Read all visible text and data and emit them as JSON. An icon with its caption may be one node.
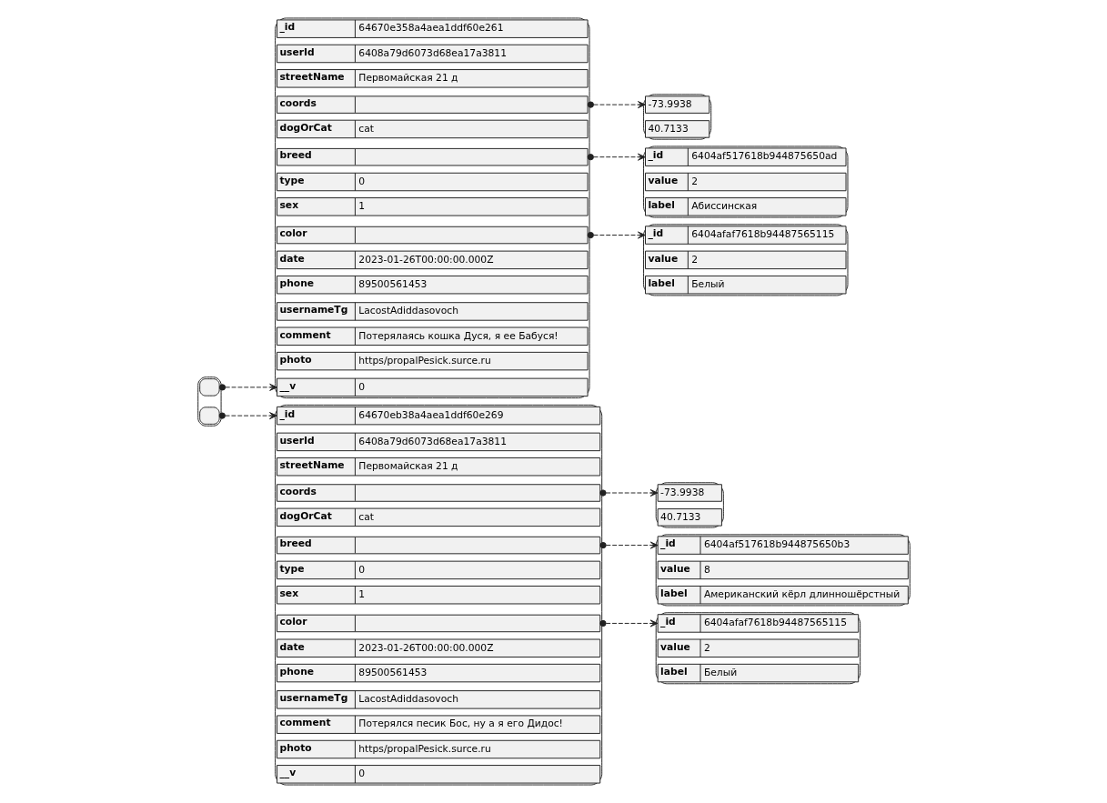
{
  "diagram": {
    "nodes": [
      {
        "text": [],
        "shape": "box"
      },
      {
        "text": [],
        "shape": "box",
        "in": 0
      },
      {
        "text": [],
        "shape": "box",
        "in": 0
      },
      {
        "text": [],
        "shape": "box"
      },
      {
        "text": [
          "_id",
          "64670e358a4aea1ddf60e261"
        ],
        "in": 3
      },
      {
        "text": [
          "userId",
          "6408a79d6073d68ea17a3811"
        ],
        "in": 3
      },
      {
        "text": [
          "streetName",
          "Первомайская 21 д"
        ],
        "in": 3
      },
      {
        "text": [
          "coords"
        ],
        "in": 3
      },
      {
        "text": [
          "dogOrCat",
          "cat"
        ],
        "in": 3
      },
      {
        "text": [
          "breed"
        ],
        "in": 3
      },
      {
        "text": [
          "type",
          "0"
        ],
        "in": 3
      },
      {
        "text": [
          "sex",
          "1"
        ],
        "in": 3
      },
      {
        "text": [
          "color"
        ],
        "in": 3
      },
      {
        "text": [
          "date",
          "2023-01-26T00:00:00.000Z"
        ],
        "in": 3
      },
      {
        "text": [
          "phone",
          "89500561453"
        ],
        "in": 3
      },
      {
        "text": [
          "usernameTg",
          "LacostAdiddasovoch"
        ],
        "in": 3
      },
      {
        "text": [
          "comment",
          "Потерялаясь кошка Дуся, я ее Бабуся!"
        ],
        "in": 3
      },
      {
        "text": [
          "photo",
          "https/propalPesick.surce.ru"
        ],
        "in": 3
      },
      {
        "text": [
          "__v",
          "0"
        ],
        "in": 3
      },
      {
        "text": [],
        "shape": "box"
      },
      {
        "text": [
          "-73.9938"
        ],
        "in": 19
      },
      {
        "text": [
          "40.7133"
        ],
        "in": 19
      },
      {
        "text": [],
        "shape": "box"
      },
      {
        "text": [
          "_id",
          "6404af517618b944875650ad"
        ],
        "in": 22
      },
      {
        "text": [
          "value",
          "2"
        ],
        "in": 22
      },
      {
        "text": [
          "label",
          "Абиссинская"
        ],
        "in": 22
      },
      {
        "text": [],
        "shape": "box"
      },
      {
        "text": [
          "_id",
          "6404afaf7618b94487565115"
        ],
        "in": 26
      },
      {
        "text": [
          "value",
          "2"
        ],
        "in": 26
      },
      {
        "text": [
          "label",
          "Белый"
        ],
        "in": 26
      },
      {
        "text": [],
        "shape": "box"
      },
      {
        "text": [
          "_id",
          "64670eb38a4aea1ddf60e269"
        ],
        "in": 30
      },
      {
        "text": [
          "userId",
          "6408a79d6073d68ea17a3811"
        ],
        "in": 30
      },
      {
        "text": [
          "streetName",
          "Первомайская 21 д"
        ],
        "in": 30
      },
      {
        "text": [
          "coords"
        ],
        "in": 30
      },
      {
        "text": [
          "dogOrCat",
          "cat"
        ],
        "in": 30
      },
      {
        "text": [
          "breed"
        ],
        "in": 30
      },
      {
        "text": [
          "type",
          "0"
        ],
        "in": 30
      },
      {
        "text": [
          "sex",
          "1"
        ],
        "in": 30
      },
      {
        "text": [
          "color"
        ],
        "in": 30
      },
      {
        "text": [
          "date",
          "2023-01-26T00:00:00.000Z"
        ],
        "in": 30
      },
      {
        "text": [
          "phone",
          "89500561453"
        ],
        "in": 30
      },
      {
        "text": [
          "usernameTg",
          "LacostAdiddasovoch"
        ],
        "in": 30
      },
      {
        "text": [
          "comment",
          "Потерялся песик Бос, ну а я его Дидос!"
        ],
        "in": 30
      },
      {
        "text": [
          "photo",
          "https/propalPesick.surce.ru"
        ],
        "in": 30
      },
      {
        "text": [
          "__v",
          "0"
        ],
        "in": 30
      },
      {
        "text": [],
        "shape": "box"
      },
      {
        "text": [
          "-73.9938"
        ],
        "in": 46
      },
      {
        "text": [
          "40.7133"
        ],
        "in": 46
      },
      {
        "text": [],
        "shape": "box"
      },
      {
        "text": [
          "_id",
          "6404af517618b944875650b3"
        ],
        "in": 49
      },
      {
        "text": [
          "value",
          "8"
        ],
        "in": 49
      },
      {
        "text": [
          "label",
          "Американский кёрл длинношёрстный"
        ],
        "in": 49
      },
      {
        "text": [],
        "shape": "box"
      },
      {
        "text": [
          "_id",
          "6404afaf7618b94487565115"
        ],
        "in": 53
      },
      {
        "text": [
          "value",
          "2"
        ],
        "in": 53
      },
      {
        "text": [
          "label",
          "Белый"
        ],
        "in": 53
      }
    ],
    "edges": [
      {
        "from": 1,
        "to": 3,
        "arrow": "to",
        "style": "dashed"
      },
      {
        "from": 2,
        "to": 30,
        "arrow": "to",
        "style": "dashed"
      },
      {
        "from": 7,
        "to": 19,
        "arrow": "to",
        "style": "dashed"
      },
      {
        "from": 9,
        "to": 22,
        "arrow": "to",
        "style": "dashed"
      },
      {
        "from": 12,
        "to": 26,
        "arrow": "to",
        "style": "dashed"
      },
      {
        "from": 34,
        "to": 46,
        "arrow": "to",
        "style": "dashed"
      },
      {
        "from": 36,
        "to": 49,
        "arrow": "to",
        "style": "dashed"
      },
      {
        "from": 39,
        "to": 53,
        "arrow": "to",
        "style": "dashed"
      }
    ]
  }
}
